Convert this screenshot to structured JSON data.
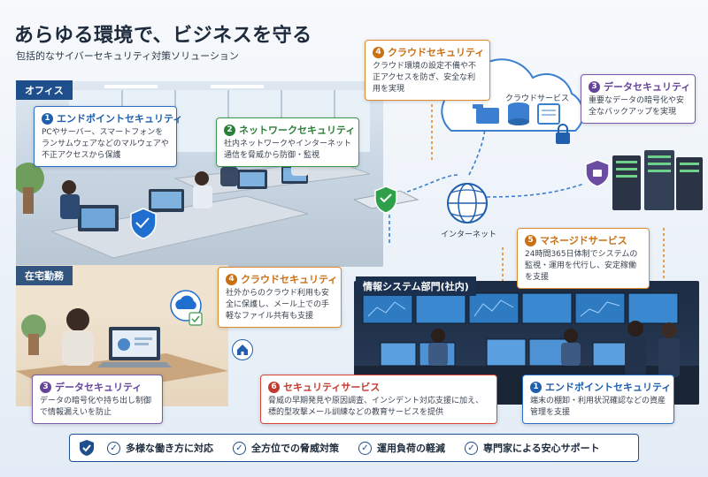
{
  "header": {
    "title": "あらゆる環境で、ビジネスを守る",
    "subtitle": "包括的なサイバーセキュリティ対策ソリューション"
  },
  "sections": {
    "office": "オフィス",
    "home": "在宅勤務",
    "it_dept": "情報システム部門(社内)"
  },
  "labels": {
    "cloud_service": "クラウドサービス",
    "internet": "インターネット"
  },
  "callouts": {
    "endpoint_office": {
      "num": "1",
      "title": "エンドポイントセキュリティ",
      "desc": "PCやサーバー、スマートフォンをランサムウェアなどのマルウェアや不正アクセスから保護"
    },
    "network": {
      "num": "2",
      "title": "ネットワークセキュリティ",
      "desc": "社内ネットワークやインターネット通信を脅威から防御・監視"
    },
    "cloud_top": {
      "num": "4",
      "title": "クラウドセキュリティ",
      "desc": "クラウド環境の設定不備や不正アクセスを防ぎ、安全な利用を実現"
    },
    "data_top": {
      "num": "3",
      "title": "データセキュリティ",
      "desc": "重要なデータの暗号化や安全なバックアップを実現"
    },
    "managed": {
      "num": "5",
      "title": "マネージドサービス",
      "desc": "24時間365日体制でシステムの監視・運用を代行し、安定稼働を支援"
    },
    "cloud_mid": {
      "num": "4",
      "title": "クラウドセキュリティ",
      "desc": "社外からのクラウド利用も安全に保護し、メール上での手軽なファイル共有も支援"
    },
    "data_home": {
      "num": "3",
      "title": "データセキュリティ",
      "desc": "データの暗号化や持ち出し制御で情報漏えいを防止"
    },
    "security_service": {
      "num": "6",
      "title": "セキュリティサービス",
      "desc": "脅威の早期発見や原因調査、インシデント対応支援に加え、標的型攻撃メール訓練などの教育サービスを提供"
    },
    "endpoint_it": {
      "num": "1",
      "title": "エンドポイントセキュリティ",
      "desc": "端末の棚卸・利用状況確認などの資産管理を支援"
    }
  },
  "benefits": [
    "多様な働き方に対応",
    "全方位での脅威対策",
    "運用負荷の軽減",
    "専門家による安心サポート"
  ],
  "colors": {
    "endpoint": "#1f5fae",
    "network": "#2c7f39",
    "cloud": "#c96f14",
    "data": "#65459a",
    "security_service": "#c23a2f",
    "brand": "#1f4e8c"
  }
}
